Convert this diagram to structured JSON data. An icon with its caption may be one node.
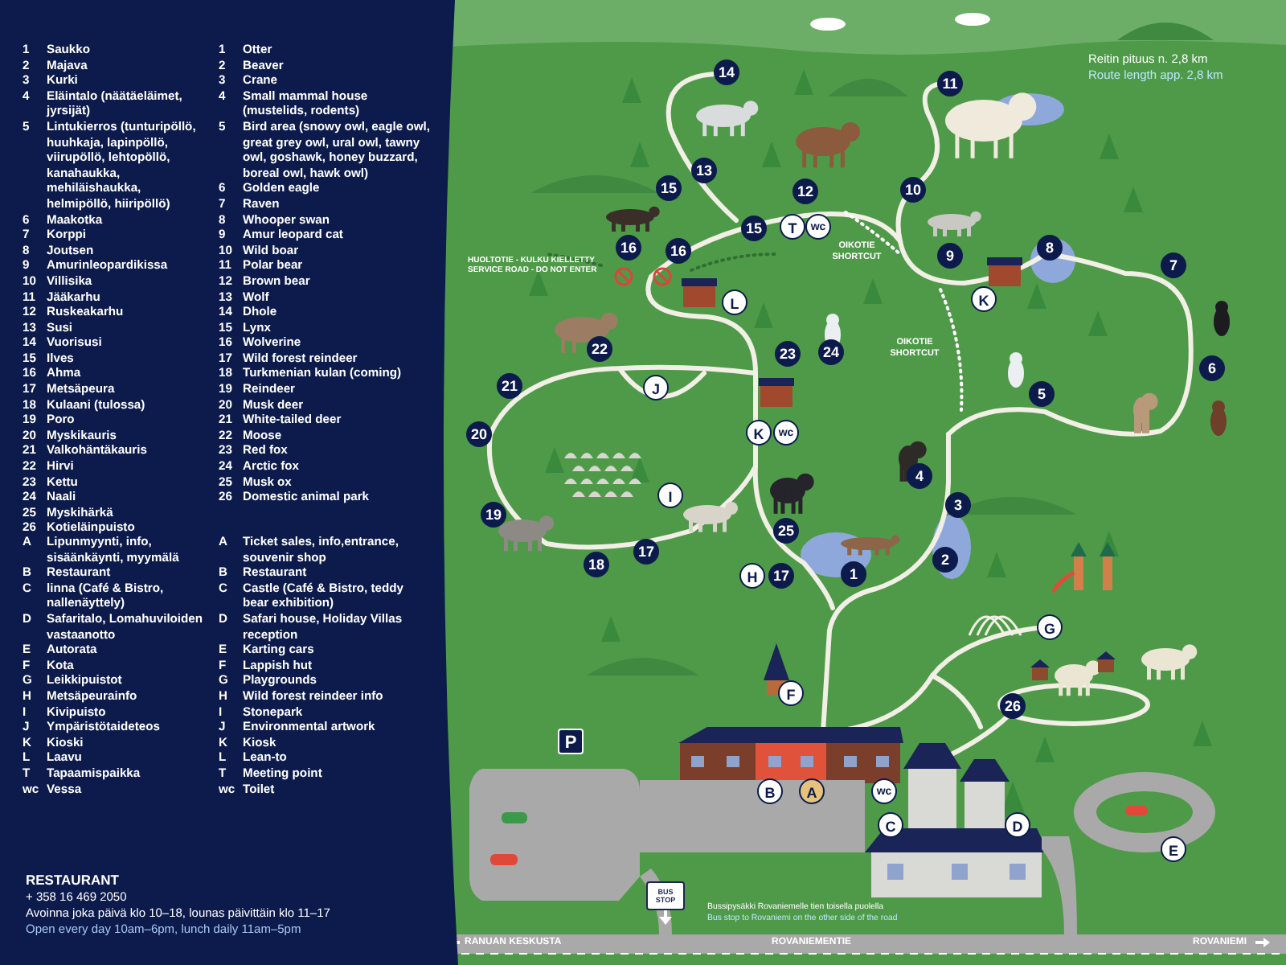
{
  "diagram": {
    "nodes": [
      {
        "text": [
          "14"
        ]
      },
      {
        "text": [
          "11"
        ]
      },
      {
        "text": [
          "13"
        ]
      },
      {
        "text": [
          "15"
        ]
      },
      {
        "text": [
          "12"
        ]
      },
      {
        "text": [
          "10"
        ]
      },
      {
        "text": [
          "15"
        ]
      },
      {
        "text": [
          "T"
        ]
      },
      {
        "text": [
          "wc"
        ]
      },
      {
        "text": [
          "16"
        ]
      },
      {
        "text": [
          "16"
        ]
      },
      {
        "text": [
          "8"
        ]
      },
      {
        "text": [
          "9"
        ]
      },
      {
        "text": [
          "7"
        ]
      },
      {
        "text": [
          "K"
        ]
      },
      {
        "text": [
          "L"
        ]
      },
      {
        "text": [
          "22"
        ]
      },
      {
        "text": [
          "23"
        ]
      },
      {
        "text": [
          "24"
        ]
      },
      {
        "text": [
          "6"
        ]
      },
      {
        "text": [
          "21"
        ]
      },
      {
        "text": [
          "J"
        ]
      },
      {
        "text": [
          "5"
        ]
      },
      {
        "text": [
          "20"
        ]
      },
      {
        "text": [
          "K"
        ]
      },
      {
        "text": [
          "wc"
        ]
      },
      {
        "text": [
          "4"
        ]
      },
      {
        "text": [
          "I"
        ]
      },
      {
        "text": [
          "3"
        ]
      },
      {
        "text": [
          "19"
        ]
      },
      {
        "text": [
          "25"
        ]
      },
      {
        "text": [
          "17"
        ]
      },
      {
        "text": [
          "2"
        ]
      },
      {
        "text": [
          "18"
        ]
      },
      {
        "text": [
          "1"
        ]
      },
      {
        "text": [
          "H"
        ]
      },
      {
        "text": [
          "17"
        ]
      },
      {
        "text": [
          "G"
        ]
      },
      {
        "text": [
          "F"
        ]
      },
      {
        "text": [
          "26"
        ]
      },
      {
        "text": [
          "P"
        ]
      },
      {
        "text": [
          "B"
        ]
      },
      {
        "text": [
          "A"
        ]
      },
      {
        "text": [
          "wc"
        ]
      },
      {
        "text": [
          "C"
        ]
      },
      {
        "text": [
          "D"
        ]
      },
      {
        "text": [
          "E"
        ]
      }
    ],
    "labels": [
      "1 Saukko",
      "2 Majava",
      "3 Kurki",
      "4 Eläintalo (näätäeläimet, jyrsijät)",
      "5 Lintukierros (tunturipöllö, huuhkaja, lapinpöllö, viirupöllö, lehtopöllö, kanahaukka, mehiläishaukka, helmipöllö, hiiripöllö)",
      "6 Maakotka",
      "7 Korppi",
      "8 Joutsen",
      "9 Amurinleopardikissa",
      "10 Villisika",
      "11 Jääkarhu",
      "12 Ruskeakarhu",
      "13 Susi",
      "14 Vuorisusi",
      "15 Ilves",
      "16 Ahma",
      "17 Metsäpeura",
      "18 Kulaani (tulossa)",
      "19 Poro",
      "20 Myskikauris",
      "21 Valkohäntäkauris",
      "22 Hirvi",
      "23 Kettu",
      "24 Naali",
      "25 Myskihärkä",
      "26 Kotieläinpuisto",
      "1 Otter",
      "2 Beaver",
      "3 Crane",
      "4 Small mammal house (mustelids, rodents)",
      "5 Bird area (snowy owl, eagle owl, great grey owl, ural owl, tawny owl, goshawk, honey buzzard, boreal owl, hawk owl)",
      "6 Golden eagle",
      "7 Raven",
      "8 Whooper swan",
      "9 Amur leopard cat",
      "10 Wild boar",
      "11 Polar bear",
      "12 Brown bear",
      "13 Wolf",
      "14 Dhole",
      "15 Lynx",
      "16 Wolverine",
      "17 Wild forest reindeer",
      "18 Turkmenian kulan (coming)",
      "19 Reindeer",
      "20 Musk deer",
      "21 White-tailed deer",
      "22 Moose",
      "23 Red fox",
      "24 Arctic fox",
      "25 Musk ox",
      "26 Domestic animal park",
      "A Lipunmyynti, info, sisäänkäynti, myymälä",
      "B Restaurant",
      "C linna (Café & Bistro, nallenäyttely)",
      "D Safaritalo, Lomahuviloiden vastaanotto",
      "E Autorata",
      "F Kota",
      "G Leikkipuistot",
      "H Metsäpeurainfo",
      "I Kivipuisto",
      "J Ympäristötaideteos",
      "K Kioski",
      "L Laavu",
      "T Tapaamispaikka",
      "wc Vessa",
      "A Ticket sales, info,entrance, souvenir shop",
      "B Restaurant",
      "C Castle (Café & Bistro, teddy bear exhibition)",
      "D Safari house, Holiday Villas reception",
      "E Karting cars",
      "F Lappish hut",
      "G Playgrounds",
      "H Wild forest reindeer info",
      "I Stonepark",
      "J Environmental artwork",
      "K Kiosk",
      "L Lean-to",
      "T Meeting point",
      "wc Toilet",
      "RESTAURANT",
      "+ 358 16 469 2050",
      "Avoinna joka päivä klo 10–18, lounas päivittäin klo 11–17",
      "Open every day 10am–6pm, lunch daily 11am–5pm",
      "Reitin pituus n. 2,8 km",
      "Route length app. 2,8 km",
      "HUOLTOTIE - KULKU KIELLETTY",
      "SERVICE ROAD - DO NOT ENTER",
      "OIKOTIE SHORTCUT",
      "OIKOTIE SHORTCUT",
      "BUS STOP",
      "Bussipysäkki Rovaniemelle tien toisella puolella",
      "Bus stop to Rovaniemi on the other side of the road",
      "RANUAN KESKUSTA",
      "ROVANIEMENTIE",
      "ROVANIEMI"
    ]
  }
}
